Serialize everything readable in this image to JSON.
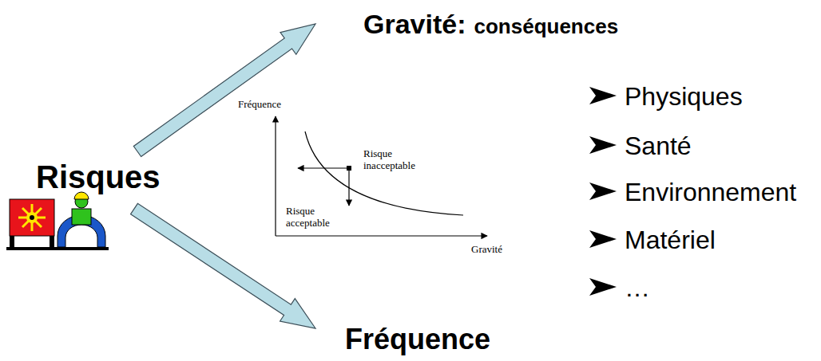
{
  "diagram": {
    "labels": [
      "Gravité:",
      "conséquences",
      "Physiques",
      "Santé",
      "Environnement",
      "Matériel",
      "…",
      "Risques",
      "Fréquence",
      "Risque inacceptable",
      "Risque acceptable",
      "Gravité",
      "Fréquence"
    ]
  }
}
